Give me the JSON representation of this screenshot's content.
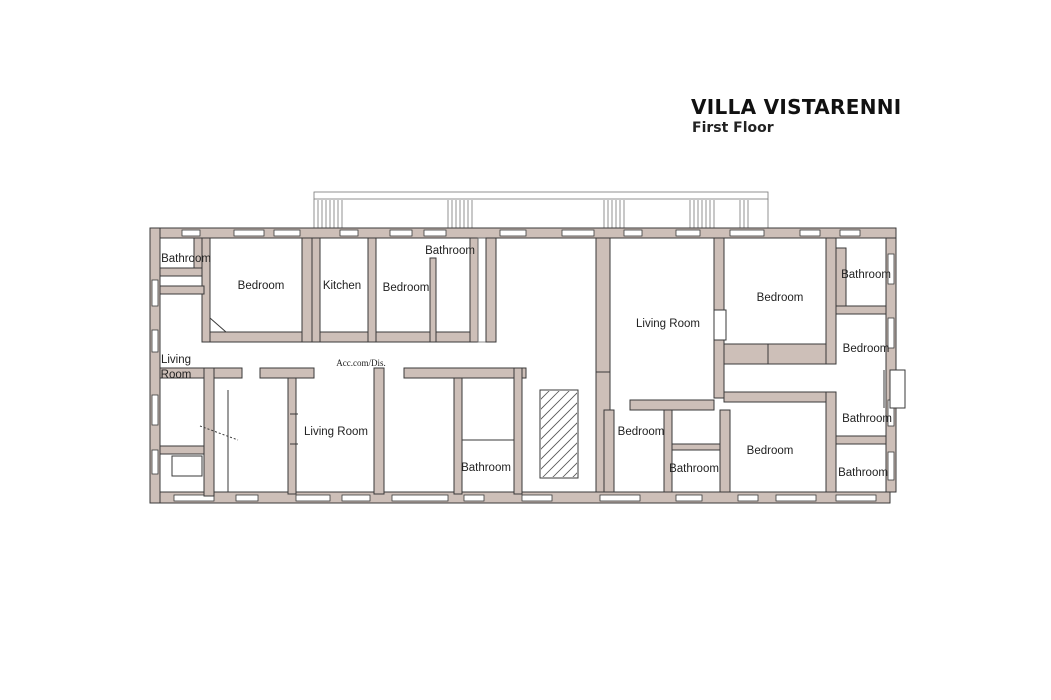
{
  "header": {
    "title": "VILLA VISTARENNI",
    "subtitle": "First Floor"
  },
  "rooms": {
    "bathroom_nw": "Bathroom",
    "bedroom_1": "Bedroom",
    "kitchen": "Kitchen",
    "bedroom_2": "Bedroom",
    "bathroom_2": "Bathroom",
    "living_west_line1": "Living",
    "living_west_line2": "Room",
    "corridor": "Acc.com/Dis.",
    "living_room_center": "Living Room",
    "bathroom_center": "Bathroom",
    "living_room_east": "Living Room",
    "bedroom_ne": "Bedroom",
    "bathroom_ne": "Bathroom",
    "bedroom_e": "Bedroom",
    "bathroom_e": "Bathroom",
    "bedroom_se1": "Bedroom",
    "bathroom_se1": "Bathroom",
    "bedroom_se2": "Bedroom",
    "bathroom_se2": "Bathroom"
  },
  "colors": {
    "wall_fill": "#cdbfb8",
    "line": "#3a3a3a"
  }
}
